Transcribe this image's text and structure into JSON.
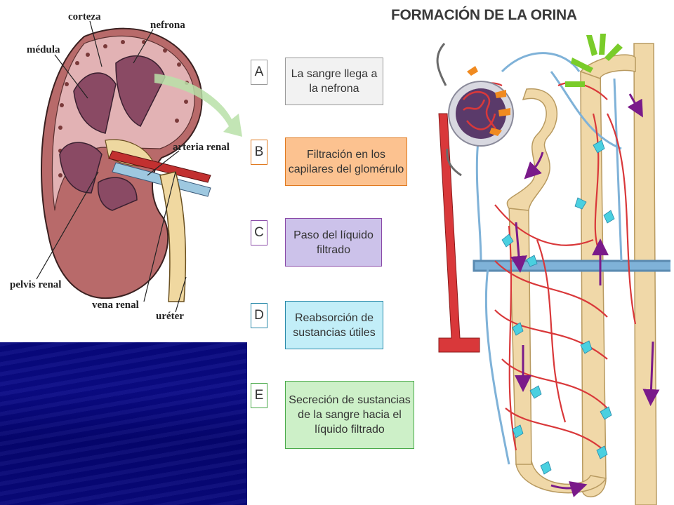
{
  "kidney_labels": {
    "corteza": "corteza",
    "nefrona": "nefrona",
    "medula": "médula",
    "arteria_renal": "arteria renal",
    "pelvis_renal": "pelvis renal",
    "vena_renal": "vena renal",
    "ureter": "uréter"
  },
  "title": "FORMACIÓN DE LA ORINA",
  "steps": [
    {
      "letter": "A",
      "text": "La sangre llega a\nla nefrona",
      "color": "#9a9a9a",
      "fill": "#f2f2f2"
    },
    {
      "letter": "B",
      "text": "Filtración en los\ncapilares del glomérulo",
      "color": "#e07a20",
      "fill": "#fcc290"
    },
    {
      "letter": "C",
      "text": "Paso del líquido\nfiltrado",
      "color": "#8a4aa8",
      "fill": "#ccc2ea"
    },
    {
      "letter": "D",
      "text": "Reabsorción de\nsustancias útiles",
      "color": "#2a8aaa",
      "fill": "#c2eef8"
    },
    {
      "letter": "E",
      "text": "Secreción de sustancias\nde la sangre hacia el\nlíquido filtrado",
      "color": "#4aaa4a",
      "fill": "#cdf0c8"
    }
  ],
  "colors": {
    "panel_blue": "#07087e",
    "artery_red": "#d9383a",
    "vein_blue": "#7fb2d8",
    "tubule_tan": "#f0d8a8"
  }
}
